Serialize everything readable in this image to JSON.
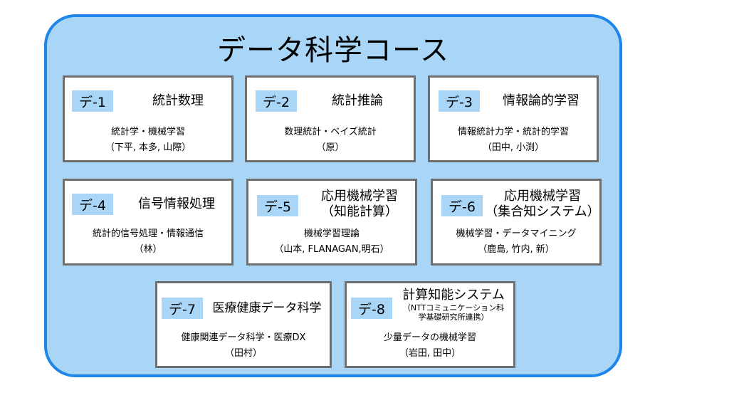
{
  "title": "データ科学コース",
  "cards": [
    {
      "id": "デ-1",
      "name": "統計数理",
      "topics": "統計学・機械学習",
      "faculty": "（下平, 本多, 山際）"
    },
    {
      "id": "デ-2",
      "name": "統計推論",
      "topics": "数理統計・ベイズ統計",
      "faculty": "（原）"
    },
    {
      "id": "デ-3",
      "name": "情報論的学習",
      "topics": "情報統計力学・統計的学習",
      "faculty": "（田中, 小渕）"
    },
    {
      "id": "デ-4",
      "name": "信号情報処理",
      "topics": "統計的信号処理・情報通信",
      "faculty": "（林）"
    },
    {
      "id": "デ-5",
      "name_line1": "応用機械学習",
      "name_line2": "（知能計算）",
      "topics": "機械学習理論",
      "faculty": "（山本, FLANAGAN,明石）"
    },
    {
      "id": "デ-6",
      "name_line1": "応用機械学習",
      "name_line2": "（集合知システム）",
      "topics": "機械学習・データマイニング",
      "faculty": "（鹿島, 竹内, 新）"
    },
    {
      "id": "デ-7",
      "name": "医療健康データ科学",
      "topics": "健康関連データ科学・医療DX",
      "faculty": "（田村）"
    },
    {
      "id": "デ-8",
      "name": "計算知能システム",
      "name_sub1": "（NTTコミュニケーション科",
      "name_sub2": "学基礎研究所連携）",
      "topics": "少量データの機械学習",
      "faculty": "（岩田, 田中）"
    }
  ],
  "colors": {
    "frame_border": "#1d86e8",
    "frame_fill": "#a9d6f7",
    "card_border": "#6f6f6f"
  }
}
